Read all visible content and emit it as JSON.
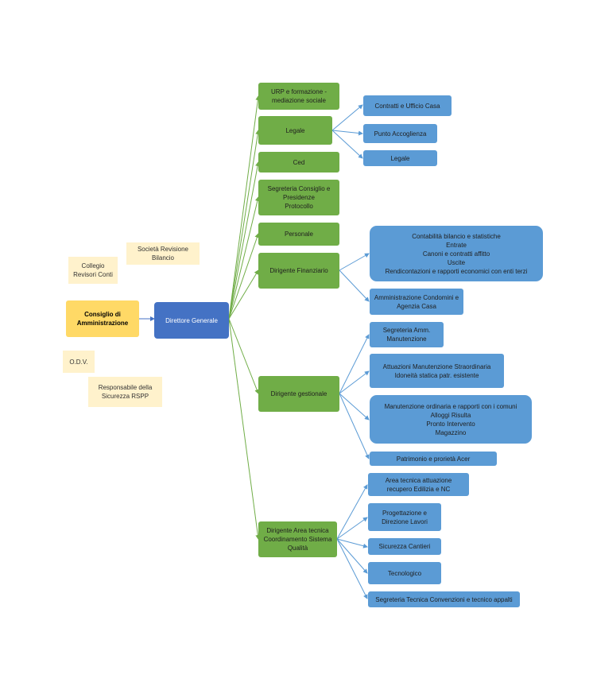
{
  "colors": {
    "green": "#70ad47",
    "blue": "#5b9bd5",
    "dark_blue": "#4472c4",
    "gold": "#ffd966",
    "pale": "#fff2cc"
  },
  "side": {
    "societa_revisione": [
      "Società Revisione",
      "Bilancio"
    ],
    "collegio": [
      "Collegio",
      "Revisori Conti"
    ],
    "consiglio": [
      "Consiglio di",
      "Amministrazione"
    ],
    "odv": [
      "O.D.V."
    ],
    "rspp": [
      "Responsabile della",
      "Sicurezza RSPP"
    ]
  },
  "direttore": [
    "Direttore  Generale"
  ],
  "units": {
    "urp": [
      "URP e formazione -",
      "mediazione sociale"
    ],
    "legale": [
      "Legale"
    ],
    "ced": [
      "Ced"
    ],
    "segreteria": [
      "Segreteria  Consiglio e",
      "Presidenze",
      "Protocollo"
    ],
    "personale": [
      "Personale"
    ],
    "finanziario": [
      "Dirigente  Finanziario"
    ],
    "gestionale": [
      "Dirigente  gestionale"
    ],
    "tecnica": [
      "Dirigente  Area  tecnica",
      "Coordinamento  Sistema",
      "Qualità"
    ]
  },
  "offices": {
    "contratti": [
      "Contratti  e Ufficio  Casa"
    ],
    "punto": [
      "Punto Accoglienza"
    ],
    "legale_uff": [
      "Legale"
    ],
    "contabilita": [
      "Contabilità bilancio e statistiche",
      "Entrate",
      "Canoni e contratti affitto",
      "Uscite",
      "Rendicontazioni  e rapporti economici con enti terzi"
    ],
    "condomini": [
      "Amministrazione  Condomini e",
      "Agenzia  Casa"
    ],
    "segr_manut": [
      "Segreteria   Amm.",
      "Manutenzione"
    ],
    "straord": [
      "Attuazioni Manutenzione Straordinaria",
      "Idoneità statica patr. esistente"
    ],
    "ordinaria": [
      "Manutenzione ordinaria e rapporti con i comuni",
      "Alloggi Risulta",
      "Pronto Intervento",
      "Magazzino"
    ],
    "patrimonio": [
      "Patrimonio  e prorietà  Acer"
    ],
    "area_edilizia": [
      "Area  tecnica  attuazione",
      "recupero  Edilizia e NC"
    ],
    "progettazione": [
      "Progettazione  e",
      "Direzione  Lavori"
    ],
    "sicurezza": [
      "Sicurezza Cantieri"
    ],
    "tecnologico": [
      "Tecnologico"
    ],
    "segr_tecnica": [
      "Segreteria   Tecnica  Convenzioni e tecnico  appalti"
    ]
  }
}
